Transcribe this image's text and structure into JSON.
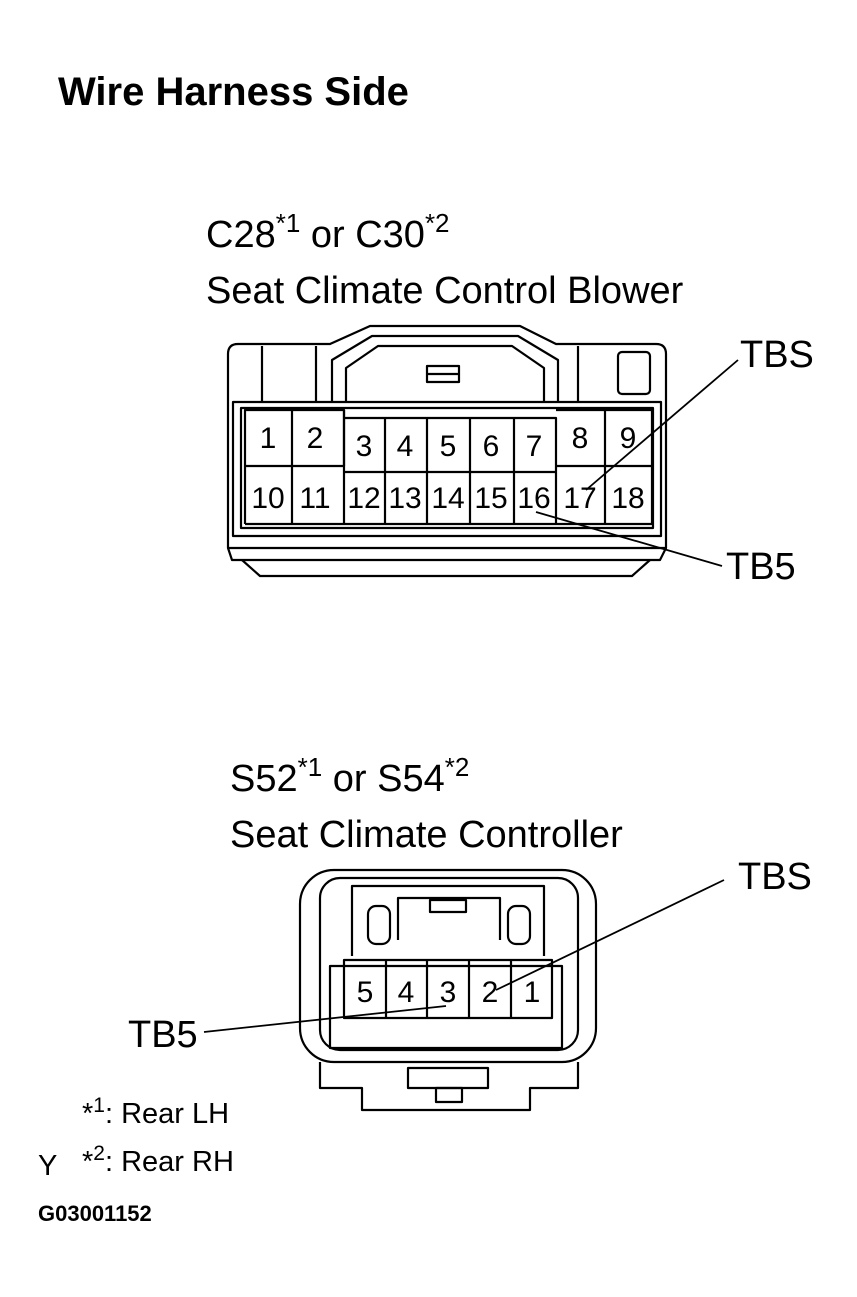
{
  "title": "Wire Harness Side",
  "connector_top": {
    "id_a": "C28",
    "sup_a": "*1",
    "or": "or",
    "id_b": "C30",
    "sup_b": "*2",
    "name": "Seat Climate Control Blower",
    "pins_row1": [
      "1",
      "2",
      "3",
      "4",
      "5",
      "6",
      "7",
      "8",
      "9"
    ],
    "pins_row2": [
      "10",
      "11",
      "12",
      "13",
      "14",
      "15",
      "16",
      "17",
      "18"
    ],
    "callout_upper": "TBS",
    "callout_lower": "TB5"
  },
  "connector_bottom": {
    "id_a": "S52",
    "sup_a": "*1",
    "or": "or",
    "id_b": "S54",
    "sup_b": "*2",
    "name": "Seat Climate Controller",
    "pins": [
      "5",
      "4",
      "3",
      "2",
      "1"
    ],
    "callout_right": "TBS",
    "callout_left": "TB5"
  },
  "notes": [
    {
      "mark": "*",
      "num": "1",
      "text": ": Rear LH"
    },
    {
      "mark": "*",
      "num": "2",
      "text": ": Rear RH"
    }
  ],
  "stray_mark": "Y",
  "figure_code": "G03001152"
}
